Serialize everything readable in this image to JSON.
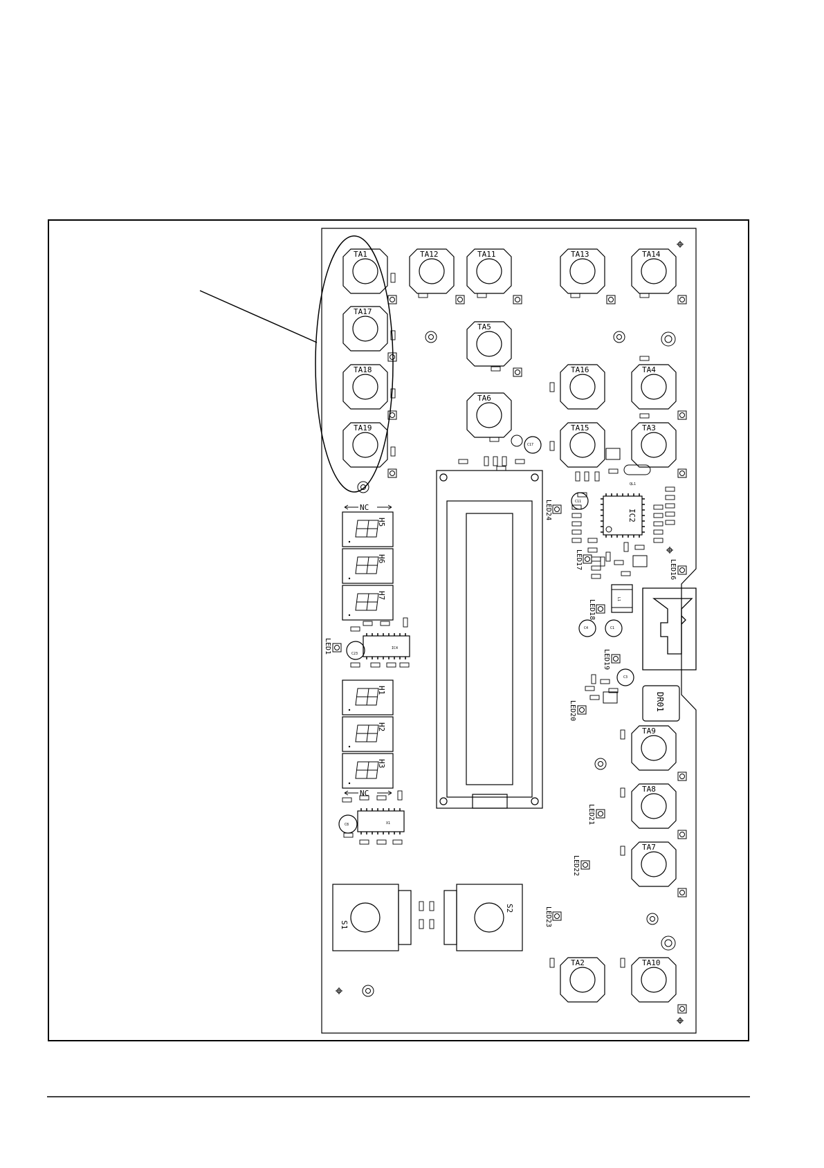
{
  "figure": {
    "buttons": [
      {
        "id": "ta1",
        "label": "TA1"
      },
      {
        "id": "ta12",
        "label": "TA12"
      },
      {
        "id": "ta11",
        "label": "TA11"
      },
      {
        "id": "ta13",
        "label": "TA13"
      },
      {
        "id": "ta14",
        "label": "TA14"
      },
      {
        "id": "ta17",
        "label": "TA17"
      },
      {
        "id": "ta5",
        "label": "TA5"
      },
      {
        "id": "ta18",
        "label": "TA18"
      },
      {
        "id": "ta16",
        "label": "TA16"
      },
      {
        "id": "ta4",
        "label": "TA4"
      },
      {
        "id": "ta6",
        "label": "TA6"
      },
      {
        "id": "ta19",
        "label": "TA19"
      },
      {
        "id": "ta15",
        "label": "TA15"
      },
      {
        "id": "ta3",
        "label": "TA3"
      },
      {
        "id": "ta9",
        "label": "TA9"
      },
      {
        "id": "ta8",
        "label": "TA8"
      },
      {
        "id": "ta7",
        "label": "TA7"
      },
      {
        "id": "ta2",
        "label": "TA2"
      },
      {
        "id": "ta10",
        "label": "TA10"
      }
    ],
    "big_switches": [
      {
        "id": "s1",
        "label": "S1"
      },
      {
        "id": "s2",
        "label": "S2"
      }
    ],
    "displays": [
      {
        "id": "h5",
        "label": "H5"
      },
      {
        "id": "h6",
        "label": "H6"
      },
      {
        "id": "h7",
        "label": "H7"
      },
      {
        "id": "h1",
        "label": "H1"
      },
      {
        "id": "h2",
        "label": "H2"
      },
      {
        "id": "h3",
        "label": "H3"
      }
    ],
    "nc_label": "NC",
    "chips": {
      "ic2": "IC2",
      "ic4": "IC4",
      "x1": "X1"
    },
    "caps": {
      "c17": "C17",
      "c11": "C11",
      "c4": "C4",
      "c1": "C1",
      "c23": "C23",
      "c8": "C8",
      "c3": "C3",
      "l1": "L1",
      "ql1": "QL1"
    },
    "dr01": "DR01",
    "led_labels": {
      "led24": "LED24",
      "led17": "LED17",
      "led18": "LED18",
      "led19": "LED19",
      "led20": "LED20",
      "led21": "LED21",
      "led22": "LED22",
      "led23": "LED23",
      "led16": "LED16",
      "led1": "LED1"
    }
  }
}
